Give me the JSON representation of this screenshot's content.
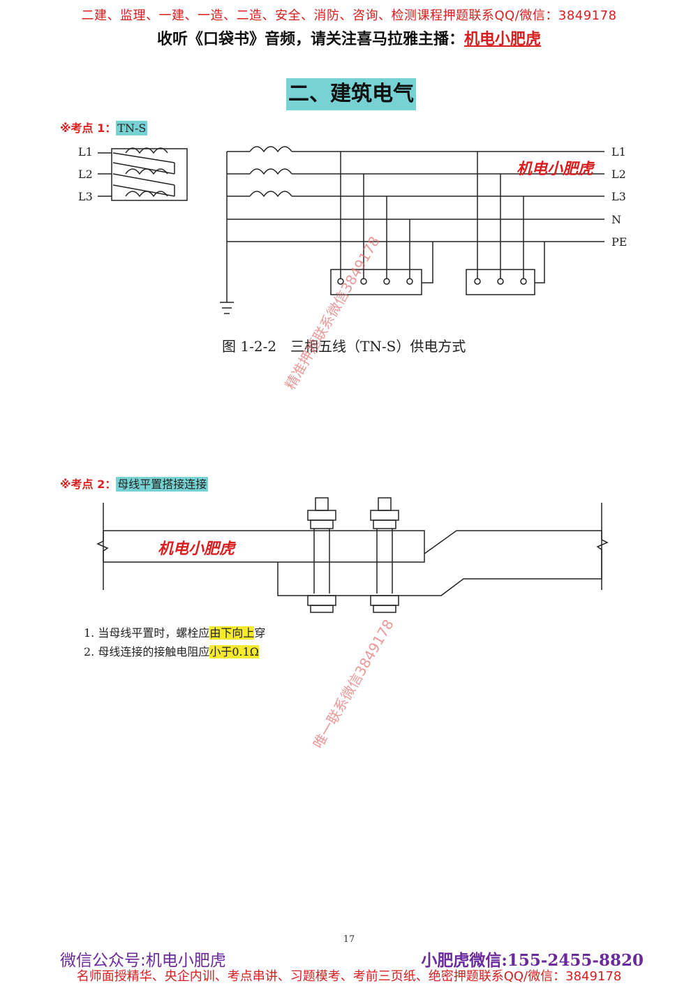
{
  "header": {
    "line1": "二建、监理、一建、一造、二造、安全、消防、咨询、检测课程押题联系QQ/微信：3849178",
    "line2_prefix": "收听《口袋书》音频，请关注喜马拉雅主播：",
    "line2_host": "机电小肥虎"
  },
  "section_title": "二、建筑电气",
  "point1": {
    "label": "※考点 1：",
    "tag": "TN-S",
    "diagram_labels": {
      "left_L1": "L1",
      "left_L2": "L2",
      "left_L3": "L3",
      "right_L1": "L1",
      "right_L2": "L2",
      "right_L3": "L3",
      "right_N": "N",
      "right_PE": "PE"
    },
    "caption": "图 1-2-2　三相五线（TN-S）供电方式"
  },
  "point2": {
    "label": "※考点 2：",
    "tag": "母线平置搭接连接",
    "notes": [
      {
        "before": "1. 当母线平置时，螺栓应",
        "highlight": "由下向上",
        "after": "穿"
      },
      {
        "before": "2. 母线连接的接触电阻应",
        "highlight": "小于0.1Ω",
        "after": ""
      }
    ]
  },
  "watermarks": {
    "brand1": "机电小肥虎",
    "brand2": "机电小肥虎",
    "diag1": "精准押题联系微信3849178",
    "diag2": "唯一联系微信3849178"
  },
  "page_number": "17",
  "footer": {
    "left": "微信公众号:机电小肥虎",
    "right": "小肥虎微信:155-2455-8820",
    "bottom": "名师面授精华、央企内训、考点串讲、习题模考、考前三页纸、绝密押题联系QQ/微信：3849178"
  },
  "colors": {
    "accent_red": "#d81e1e",
    "title_bg": "#77d3d3",
    "highlight": "#f5ea2e",
    "footer_purple": "#6b2a9c"
  }
}
